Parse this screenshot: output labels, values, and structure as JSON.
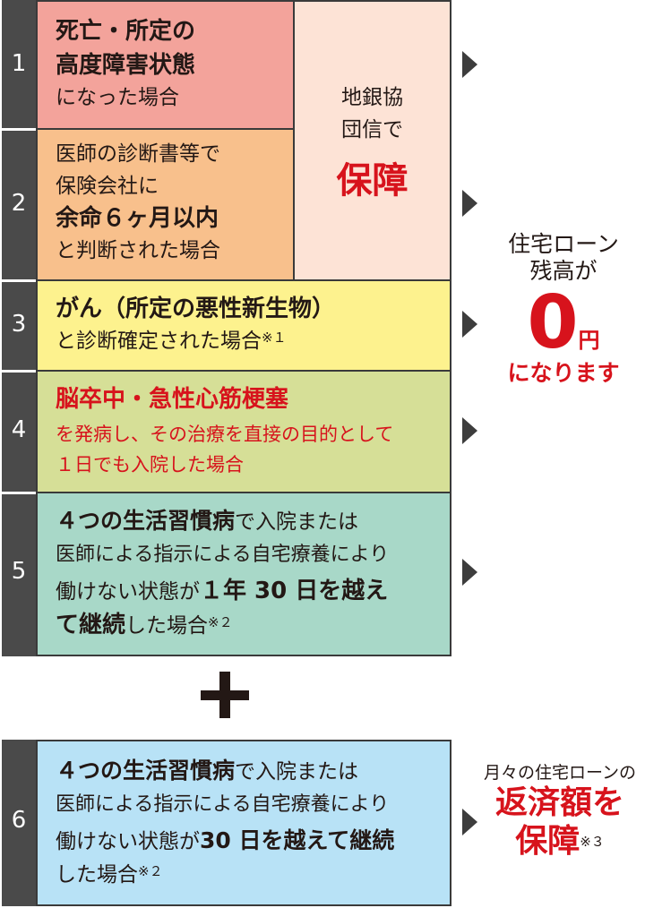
{
  "rows": [
    {
      "number": "1"
    },
    {
      "number": "2"
    },
    {
      "number": "3"
    },
    {
      "number": "4"
    },
    {
      "number": "5"
    },
    {
      "number": "6"
    }
  ],
  "row1": {
    "line1": "死亡・所定の",
    "line2": "高度障害状態",
    "line3": "になった場合"
  },
  "row2": {
    "line1": "医師の診断書等で",
    "line2": "保険会社に",
    "line3": "余命６ヶ月以内",
    "line4": "と判断された場合"
  },
  "row3": {
    "line1": "がん（所定の悪性新生物）",
    "line2": "と診断確定された場合",
    "note": "※１"
  },
  "row4": {
    "line1": "脳卒中・急性心筋梗塞",
    "line2": "を発病し、その治療を直接の目的として",
    "line3": "１日でも入院した場合"
  },
  "row5": {
    "line1_bold": "４つの生活習慣病",
    "line1_rest": "で入院または",
    "line2": "医師による指示による自宅療養により",
    "line3_a": "働けない状態が",
    "line3_bold": "１年 30 日を越え",
    "line4_bold": "て継続",
    "line4_rest": "した場合",
    "note": "※２"
  },
  "row6": {
    "line1_bold": "４つの生活習慣病",
    "line1_rest": "で入院または",
    "line2": "医師による指示による自宅療養により",
    "line3_a": "働けない状態が",
    "line3_bold": "30 日を越えて継続",
    "line4": "した場合",
    "note": "※２"
  },
  "side_box": {
    "line1": "地銀協",
    "line2": "団信で",
    "line3": "保障"
  },
  "result1": {
    "line1": "住宅ローン",
    "line2": "残高が",
    "zero": "0",
    "unit": "円",
    "line4": "になります"
  },
  "result2": {
    "line1": "月々の住宅ローンの",
    "line2": "返済額を",
    "line3": "保障",
    "note": "※３"
  },
  "colors": {
    "row1": "#f3a39b",
    "row2": "#f8c08c",
    "row3": "#fdf28e",
    "row4": "#d6df97",
    "row5": "#a8d8c8",
    "row6": "#b8e2f6",
    "side_box": "#fde3d6",
    "number_column": "#4a4a4a",
    "accent_red": "#d7131c"
  },
  "icons": {
    "arrow": "triangle-right-icon",
    "plus": "plus-icon"
  }
}
